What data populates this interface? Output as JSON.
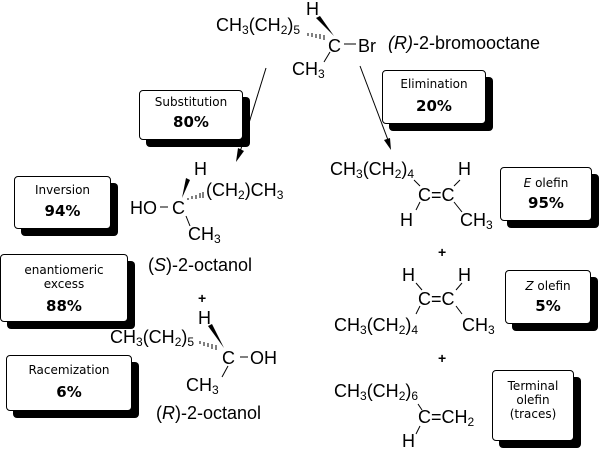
{
  "reactant": {
    "chain": "CH3(CH2)5",
    "h": "H",
    "c": "C",
    "br": "Br",
    "methyl": "CH3",
    "name_config": "(R)",
    "name_rest": "-2-bromooctane"
  },
  "substitution_box": {
    "label": "Substitution",
    "percent": "80%"
  },
  "elimination_box": {
    "label": "Elimination",
    "percent": "20%"
  },
  "inversion_box": {
    "label": "Inversion",
    "percent": "94%"
  },
  "ee_box": {
    "label_line1": "enantiomeric",
    "label_line2": "excess",
    "percent": "88%"
  },
  "racemization_box": {
    "label": "Racemization",
    "percent": "6%"
  },
  "s_octanol": {
    "ho": "HO",
    "c": "C",
    "h": "H",
    "chain": "(CH2)CH3",
    "methyl": "CH3",
    "name_config": "S",
    "name_rest": "-2-octanol"
  },
  "r_octanol": {
    "chain": "CH3(CH2)5",
    "h": "H",
    "c": "C",
    "oh": "OH",
    "methyl": "CH3",
    "name_config": "R",
    "name_rest": "-2-octanol"
  },
  "e_olefin": {
    "chain": "CH3(CH2)4",
    "h_top": "H",
    "h_bottom": "H",
    "ceqc": "C=C",
    "methyl": "CH3",
    "box_config": "E",
    "box_label": "olefin",
    "percent": "95%"
  },
  "z_olefin": {
    "chain": "CH3(CH2)4",
    "h_left": "H",
    "h_right": "H",
    "ceqc": "C=C",
    "methyl": "CH3",
    "box_config": "Z",
    "box_label": "olefin",
    "percent": "5%"
  },
  "terminal_olefin": {
    "chain": "CH3(CH2)6",
    "ceqch2": "C=CH2",
    "h": "H",
    "box_line1": "Terminal",
    "box_line2": "olefin",
    "box_line3": "(traces)"
  },
  "plus_sign": "+"
}
